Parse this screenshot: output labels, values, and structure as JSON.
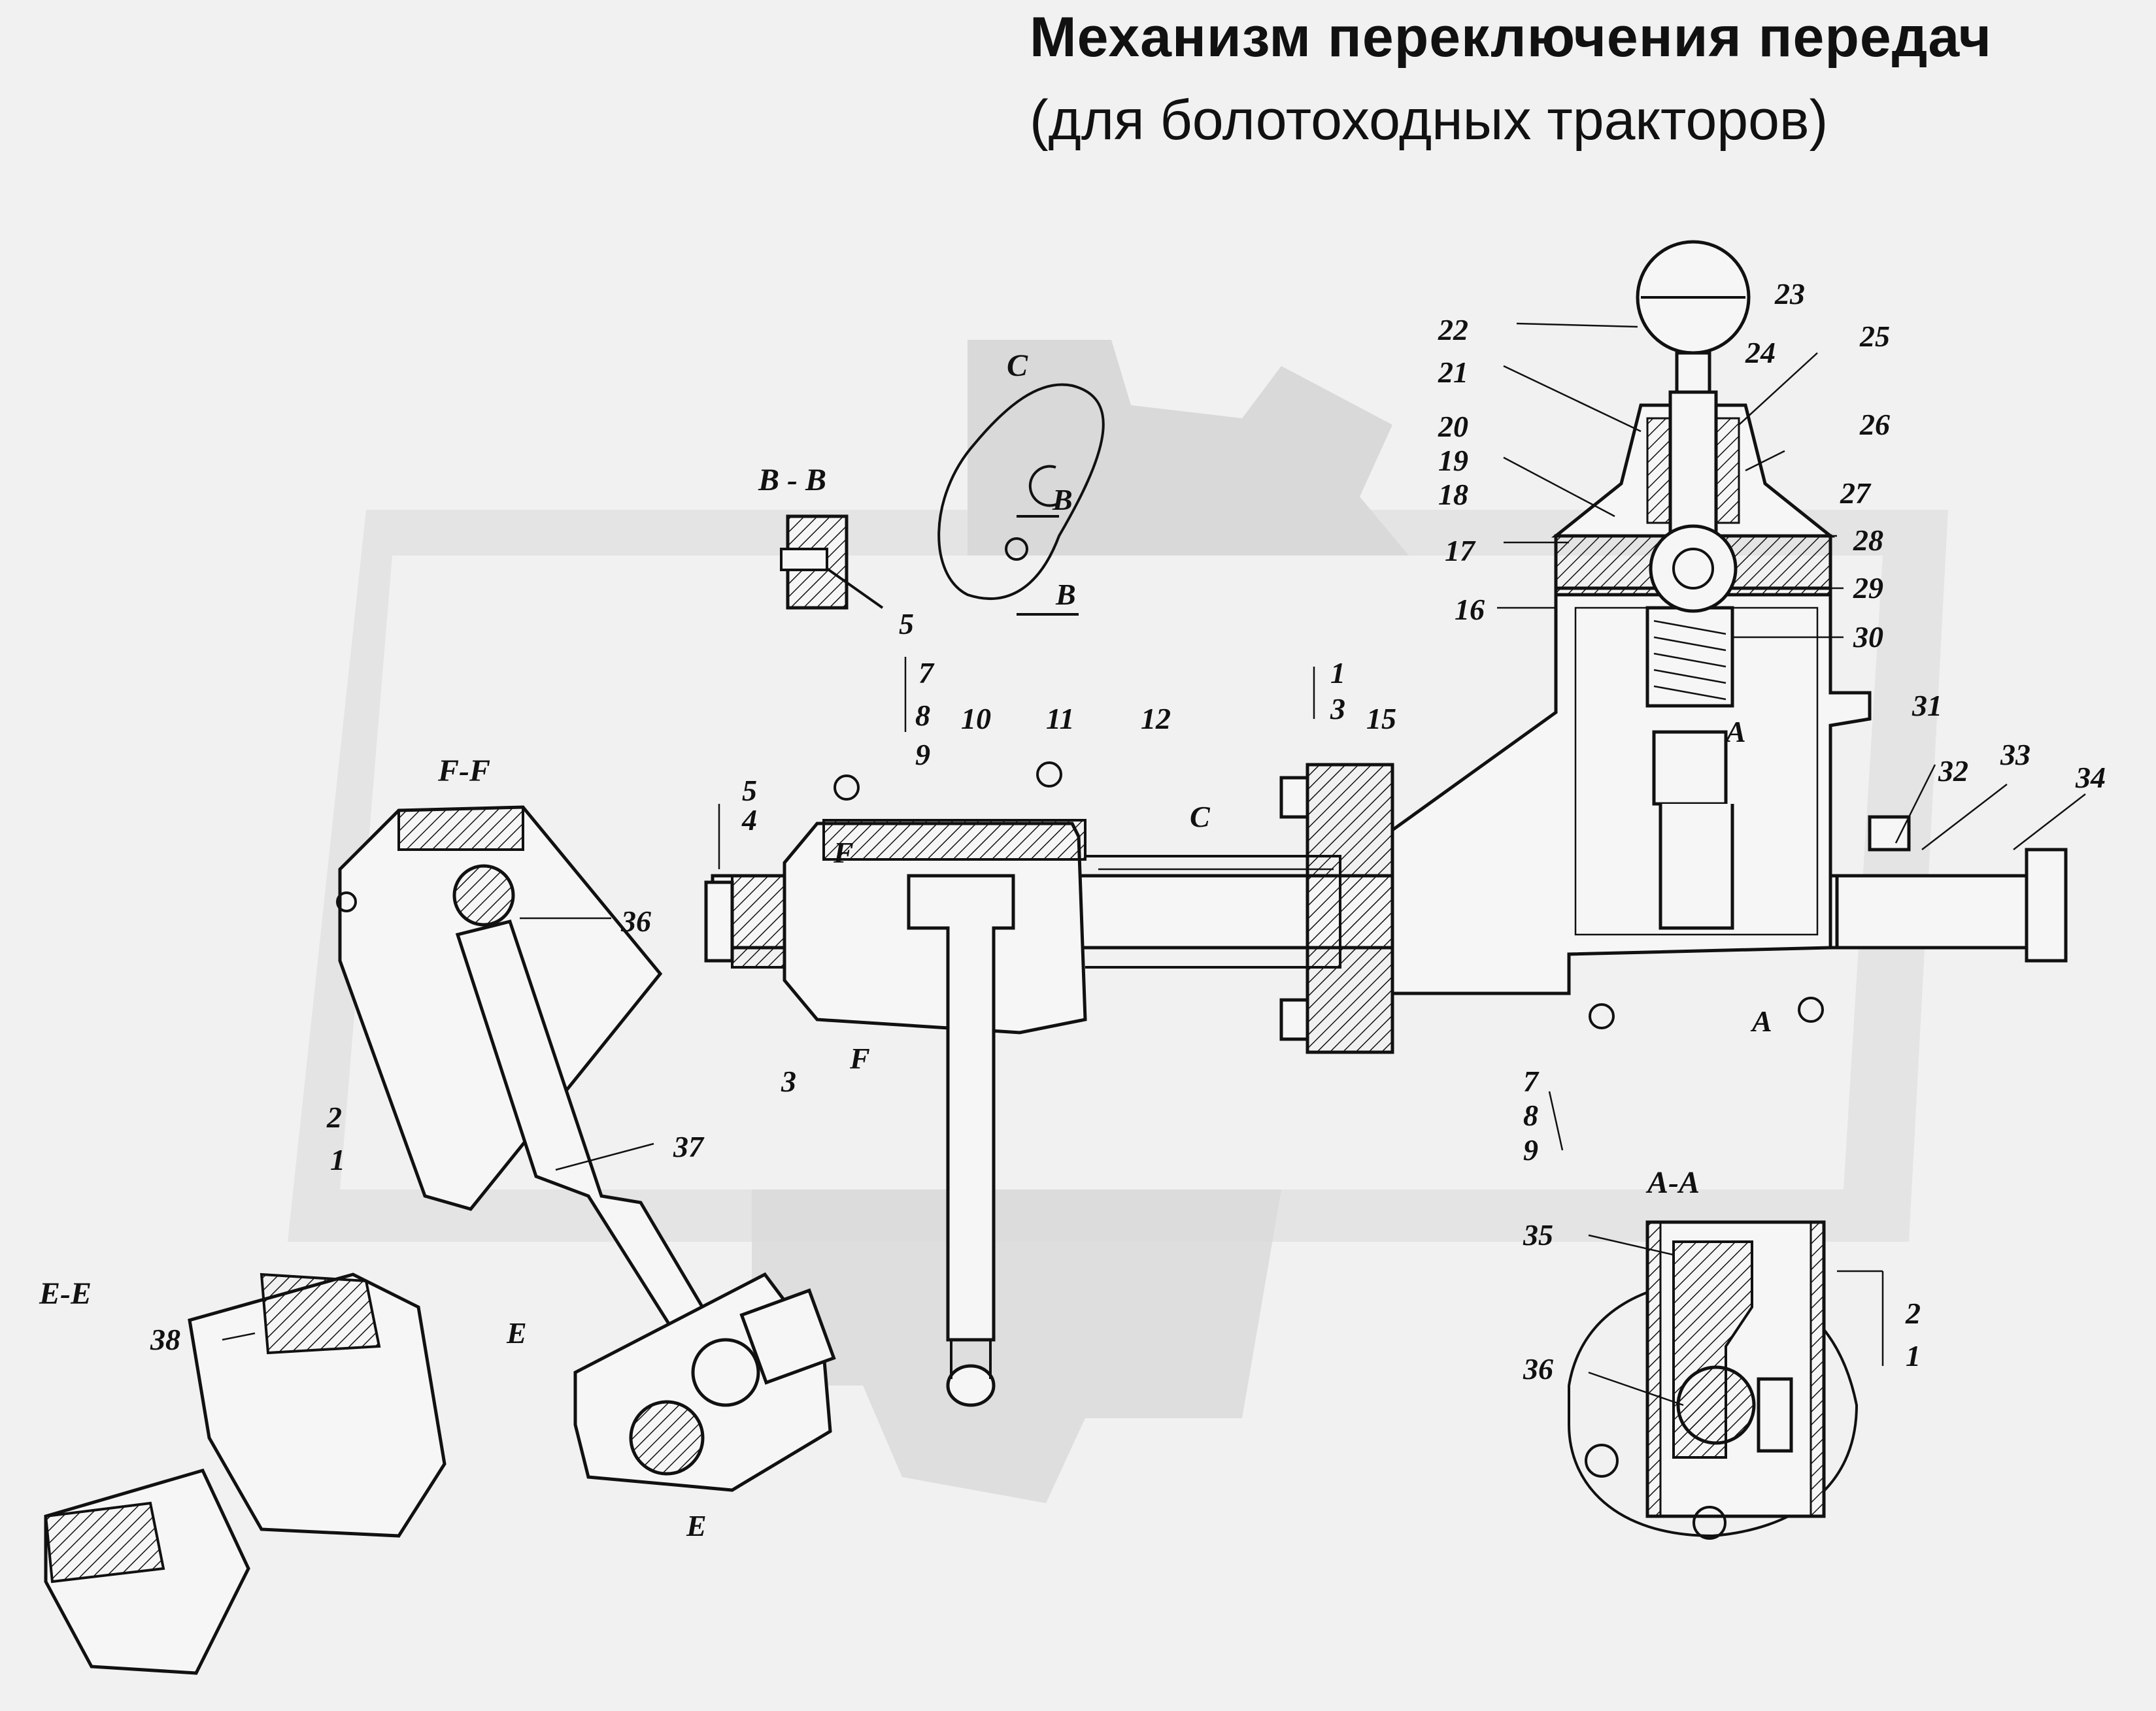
{
  "title": "Механизм переключения передач",
  "subtitle": "(для болотоходных тракторов)",
  "sections": {
    "bb": "B - B",
    "c": "C",
    "ff": "F-F",
    "ee": "E-E",
    "aa": "A-A"
  },
  "cut_marks": {
    "b_top": "B",
    "b_bottom": "B",
    "c_arrow": "C",
    "f_top": "F",
    "f_bottom": "F",
    "a_top": "A",
    "a_bottom": "A",
    "e_top": "E",
    "e_bottom": "E"
  },
  "callouts": {
    "c1": "1",
    "c2": "2",
    "c3": "3",
    "c4": "4",
    "c5": "5",
    "c7": "7",
    "c8": "8",
    "c9": "9",
    "c10": "10",
    "c11": "11",
    "c12": "12",
    "c15": "15",
    "c16": "16",
    "c17": "17",
    "c18": "18",
    "c19": "19",
    "c20": "20",
    "c21": "21",
    "c22": "22",
    "c23": "23",
    "c24": "24",
    "c25": "25",
    "c26": "26",
    "c27": "27",
    "c28": "28",
    "c29": "29",
    "c30": "30",
    "c31": "31",
    "c32": "32",
    "c33": "33",
    "c34": "34",
    "c35": "35",
    "c36": "36",
    "c37": "37",
    "c38": "38"
  }
}
